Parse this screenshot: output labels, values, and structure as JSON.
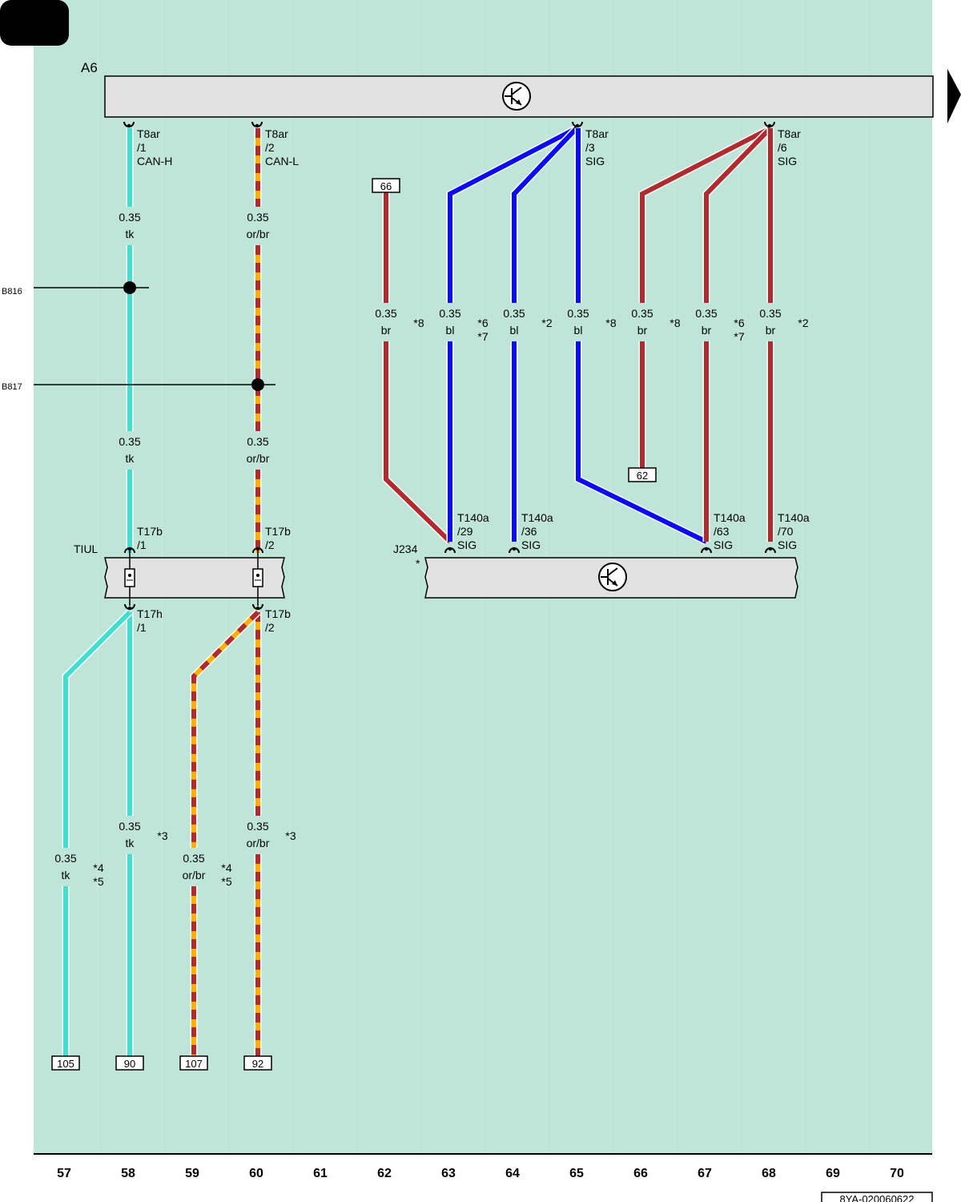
{
  "colors": {
    "background": "#bfe5d8",
    "turquoise": "#40e0d0",
    "blue": "#0a0aff",
    "brown": "#b22a2e",
    "orange": "#ffb000",
    "component_fill": "#e2e2e2"
  },
  "components": {
    "a6": {
      "label": "A6",
      "icon": "can-transistor-icon"
    },
    "j234": {
      "label": "J234",
      "star": "*",
      "icon": "can-transistor-icon"
    },
    "tiul": {
      "label": "TIUL"
    }
  },
  "right_arrow_icon": "arrow-right-icon",
  "branches": [
    {
      "id": "b816",
      "label": "B816"
    },
    {
      "id": "b817",
      "label": "B817"
    }
  ],
  "connectors": [
    {
      "id": "a6-p1",
      "lines": [
        "T8ar",
        "/1",
        "CAN-H"
      ]
    },
    {
      "id": "a6-p2",
      "lines": [
        "T8ar",
        "/2",
        "CAN-L"
      ]
    },
    {
      "id": "a6-p3",
      "lines": [
        "T8ar",
        "/3",
        "SIG"
      ]
    },
    {
      "id": "a6-p6",
      "lines": [
        "T8ar",
        "/6",
        "SIG"
      ]
    },
    {
      "id": "tiul-in1",
      "lines": [
        "T17b",
        "/1"
      ]
    },
    {
      "id": "tiul-in2",
      "lines": [
        "T17b",
        "/2"
      ]
    },
    {
      "id": "tiul-out1",
      "lines": [
        "T17h",
        "/1"
      ]
    },
    {
      "id": "tiul-out2",
      "lines": [
        "T17b",
        "/2"
      ]
    },
    {
      "id": "j234-p29",
      "lines": [
        "T140a",
        "/29",
        "SIG"
      ]
    },
    {
      "id": "j234-p36",
      "lines": [
        "T140a",
        "/36",
        "SIG"
      ]
    },
    {
      "id": "j234-p63",
      "lines": [
        "T140a",
        "/63",
        "SIG"
      ]
    },
    {
      "id": "j234-p70",
      "lines": [
        "T140a",
        "/70",
        "SIG"
      ]
    }
  ],
  "wire_labels": [
    {
      "id": "w58a",
      "size": "0.35",
      "color": "tk"
    },
    {
      "id": "w60a",
      "size": "0.35",
      "color": "or/br"
    },
    {
      "id": "w58b",
      "size": "0.35",
      "color": "tk"
    },
    {
      "id": "w60b",
      "size": "0.35",
      "color": "or/br"
    },
    {
      "id": "w62",
      "size": "0.35",
      "color": "br",
      "notes": [
        "*8"
      ]
    },
    {
      "id": "w63",
      "size": "0.35",
      "color": "bl",
      "notes": [
        "*6",
        "*7"
      ]
    },
    {
      "id": "w64",
      "size": "0.35",
      "color": "bl",
      "notes": [
        "*2"
      ]
    },
    {
      "id": "w65",
      "size": "0.35",
      "color": "bl",
      "notes": [
        "*8"
      ]
    },
    {
      "id": "w66",
      "size": "0.35",
      "color": "br",
      "notes": [
        "*8"
      ]
    },
    {
      "id": "w67",
      "size": "0.35",
      "color": "br",
      "notes": [
        "*6",
        "*7"
      ]
    },
    {
      "id": "w68",
      "size": "0.35",
      "color": "br",
      "notes": [
        "*2"
      ]
    },
    {
      "id": "w58c",
      "size": "0.35",
      "color": "tk",
      "notes": [
        "*3"
      ]
    },
    {
      "id": "w60c",
      "size": "0.35",
      "color": "or/br",
      "notes": [
        "*3"
      ]
    },
    {
      "id": "w57",
      "size": "0.35",
      "color": "tk",
      "notes": [
        "*4",
        "*5"
      ]
    },
    {
      "id": "w59",
      "size": "0.35",
      "color": "or/br",
      "notes": [
        "*4",
        "*5"
      ]
    }
  ],
  "references": [
    {
      "id": "ref66",
      "text": "66"
    },
    {
      "id": "ref62",
      "text": "62"
    },
    {
      "id": "ref105",
      "text": "105"
    },
    {
      "id": "ref90",
      "text": "90"
    },
    {
      "id": "ref107",
      "text": "107"
    },
    {
      "id": "ref92",
      "text": "92"
    }
  ],
  "columns": [
    "57",
    "58",
    "59",
    "60",
    "61",
    "62",
    "63",
    "64",
    "65",
    "66",
    "67",
    "68",
    "69",
    "70"
  ],
  "diagram_id": "8YA-020060622"
}
